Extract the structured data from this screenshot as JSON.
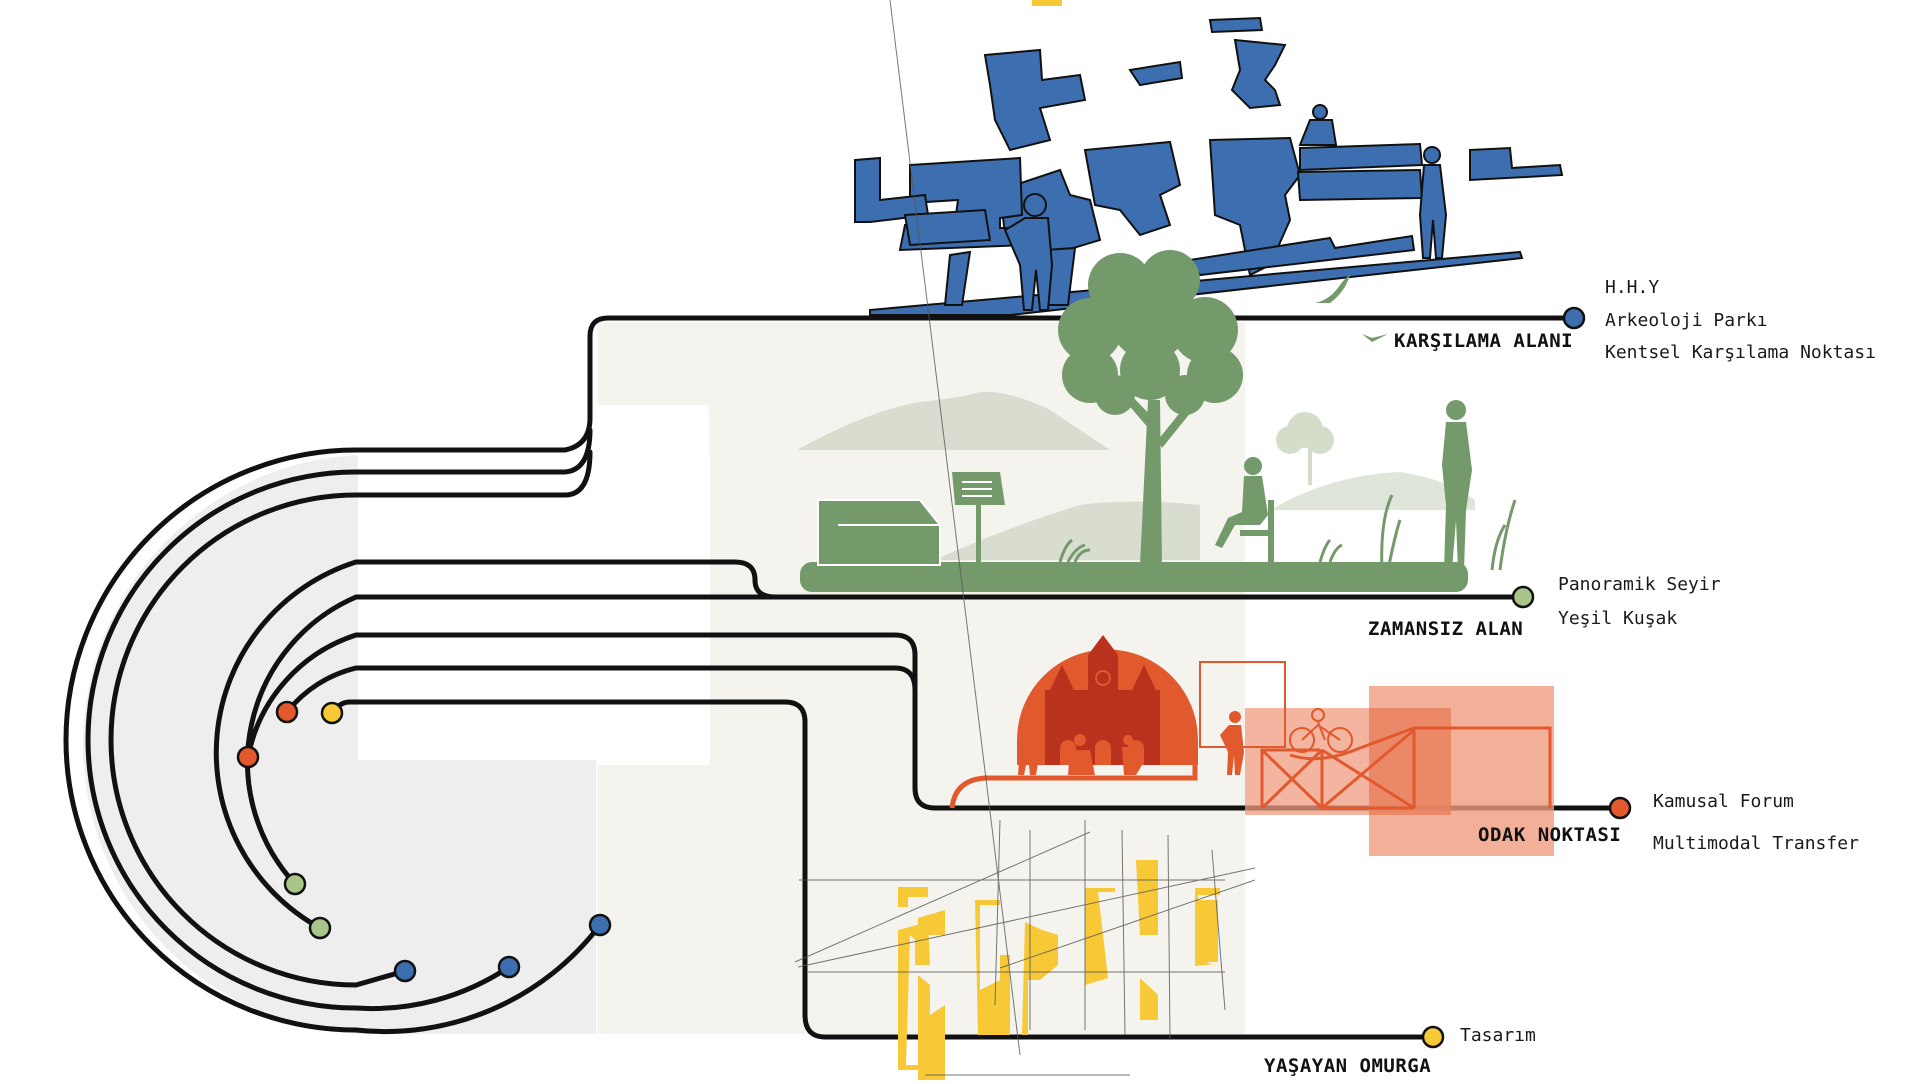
{
  "diagram": {
    "type": "layered-urban-design-concept",
    "colors": {
      "line": "#111111",
      "blue": "#3d6fb0",
      "green": "#74996b",
      "green_light": "#a9c68a",
      "orange": "#e2592d",
      "orange_dark": "#b8321e",
      "orange_fade": "#ef9c80",
      "yellow": "#f7c936",
      "panel_bg": "#f4f3ee",
      "circle_bg": "#eeeeee",
      "hill": "#d8ddd0"
    },
    "layers": [
      {
        "id": "karsilama",
        "title": "KARŞILAMA ALANI",
        "color": "blue",
        "descriptions": [
          "H.H.Y",
          "Arkeoloji Parkı",
          "Kentsel Karşılama Noktası"
        ]
      },
      {
        "id": "zamansiz",
        "title": "ZAMANSIZ ALAN",
        "color": "green_light",
        "descriptions": [
          "Panoramik Seyir",
          "Yeşil Kuşak"
        ]
      },
      {
        "id": "odak",
        "title": "ODAK NOKTASI",
        "color": "orange",
        "descriptions": [
          "Kamusal Forum",
          "Multimodal Transfer"
        ]
      },
      {
        "id": "yasayan",
        "title": "YAŞAYAN OMURGA",
        "color": "yellow",
        "descriptions": [
          "Tasarım"
        ]
      }
    ],
    "arc_endpoints": [
      {
        "color": "orange"
      },
      {
        "color": "yellow"
      },
      {
        "color": "orange"
      },
      {
        "color": "green_light"
      },
      {
        "color": "green_light"
      },
      {
        "color": "blue"
      },
      {
        "color": "blue"
      },
      {
        "color": "blue"
      }
    ]
  }
}
